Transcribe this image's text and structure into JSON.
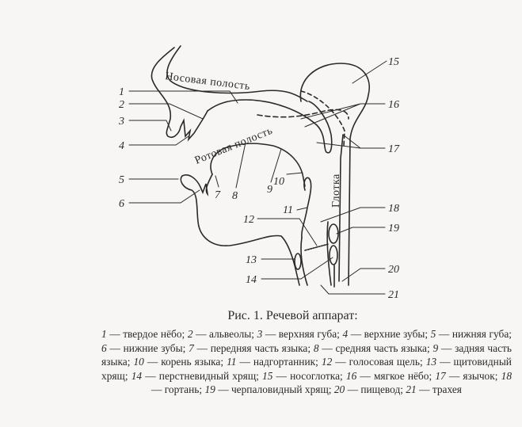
{
  "figure": {
    "title": "Рис. 1. Речевой аппарат:",
    "cavity_labels": {
      "nasal": "Носовая полость",
      "oral": "Ротовая полость",
      "pharynx": "Глотка"
    },
    "legend": [
      {
        "n": "1",
        "text": "твердое нёбо"
      },
      {
        "n": "2",
        "text": "альвеолы"
      },
      {
        "n": "3",
        "text": "верхняя губа"
      },
      {
        "n": "4",
        "text": "верхние зубы"
      },
      {
        "n": "5",
        "text": "нижняя губа"
      },
      {
        "n": "6",
        "text": "нижние зубы"
      },
      {
        "n": "7",
        "text": "передняя часть языка"
      },
      {
        "n": "8",
        "text": "средняя часть языка"
      },
      {
        "n": "9",
        "text": "задняя часть языка"
      },
      {
        "n": "10",
        "text": "корень языка"
      },
      {
        "n": "11",
        "text": "надгортанник"
      },
      {
        "n": "12",
        "text": "голосовая щель"
      },
      {
        "n": "13",
        "text": "щитовидный хрящ"
      },
      {
        "n": "14",
        "text": "перстневидный хрящ"
      },
      {
        "n": "15",
        "text": "носоглотка"
      },
      {
        "n": "16",
        "text": "мягкое нёбо"
      },
      {
        "n": "17",
        "text": "язычок"
      },
      {
        "n": "18",
        "text": "гортань"
      },
      {
        "n": "19",
        "text": "черпаловидный хрящ"
      },
      {
        "n": "20",
        "text": "пищевод"
      },
      {
        "n": "21",
        "text": "трахея"
      }
    ]
  }
}
